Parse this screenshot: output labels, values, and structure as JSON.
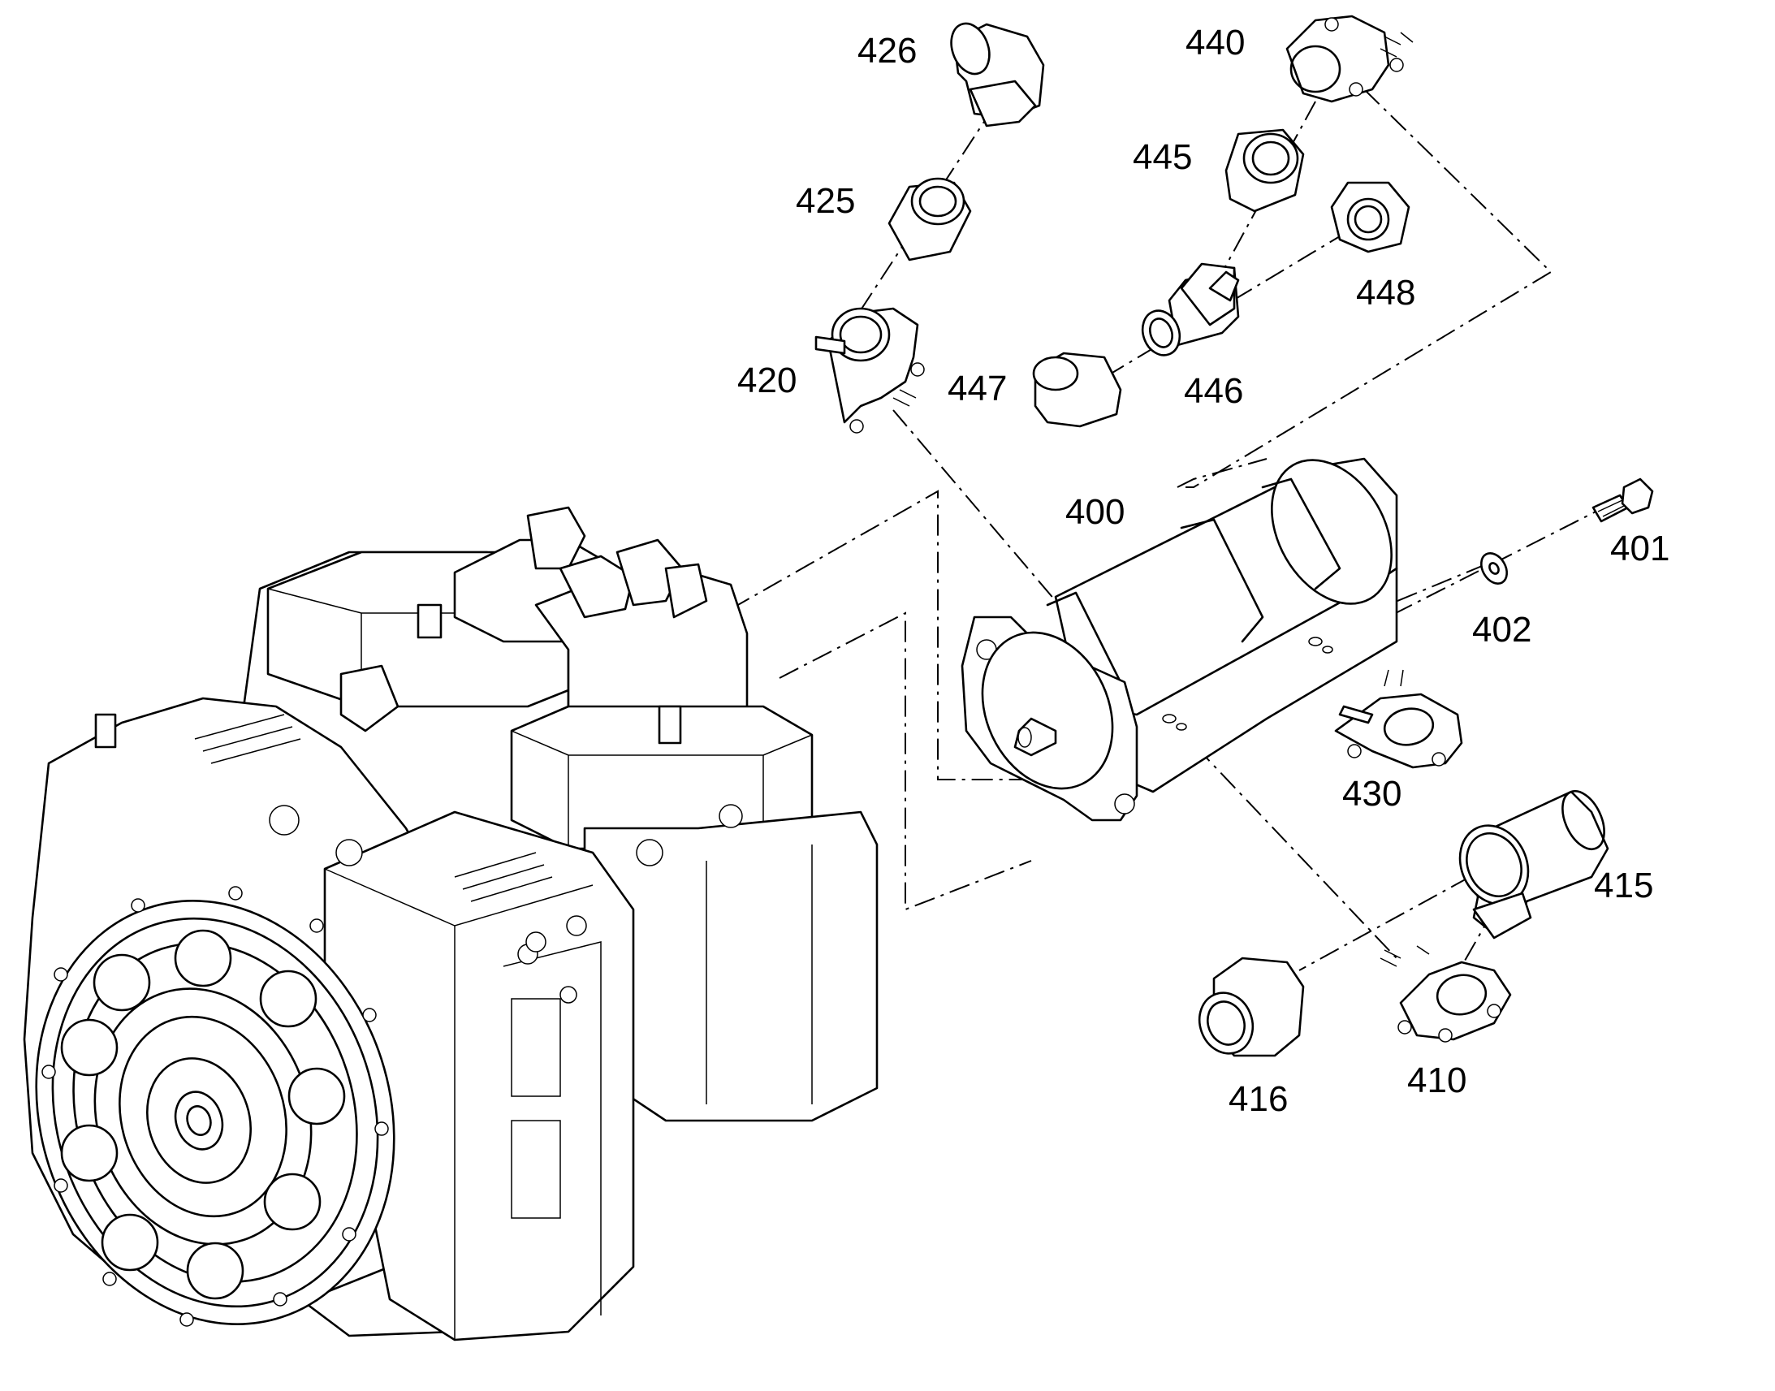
{
  "diagram": {
    "part_labels": {
      "p400": "400",
      "p401": "401",
      "p402": "402",
      "p410": "410",
      "p415": "415",
      "p416": "416",
      "p420": "420",
      "p425": "425",
      "p426": "426",
      "p430": "430",
      "p440": "440",
      "p445": "445",
      "p446": "446",
      "p447": "447",
      "p448": "448"
    }
  }
}
